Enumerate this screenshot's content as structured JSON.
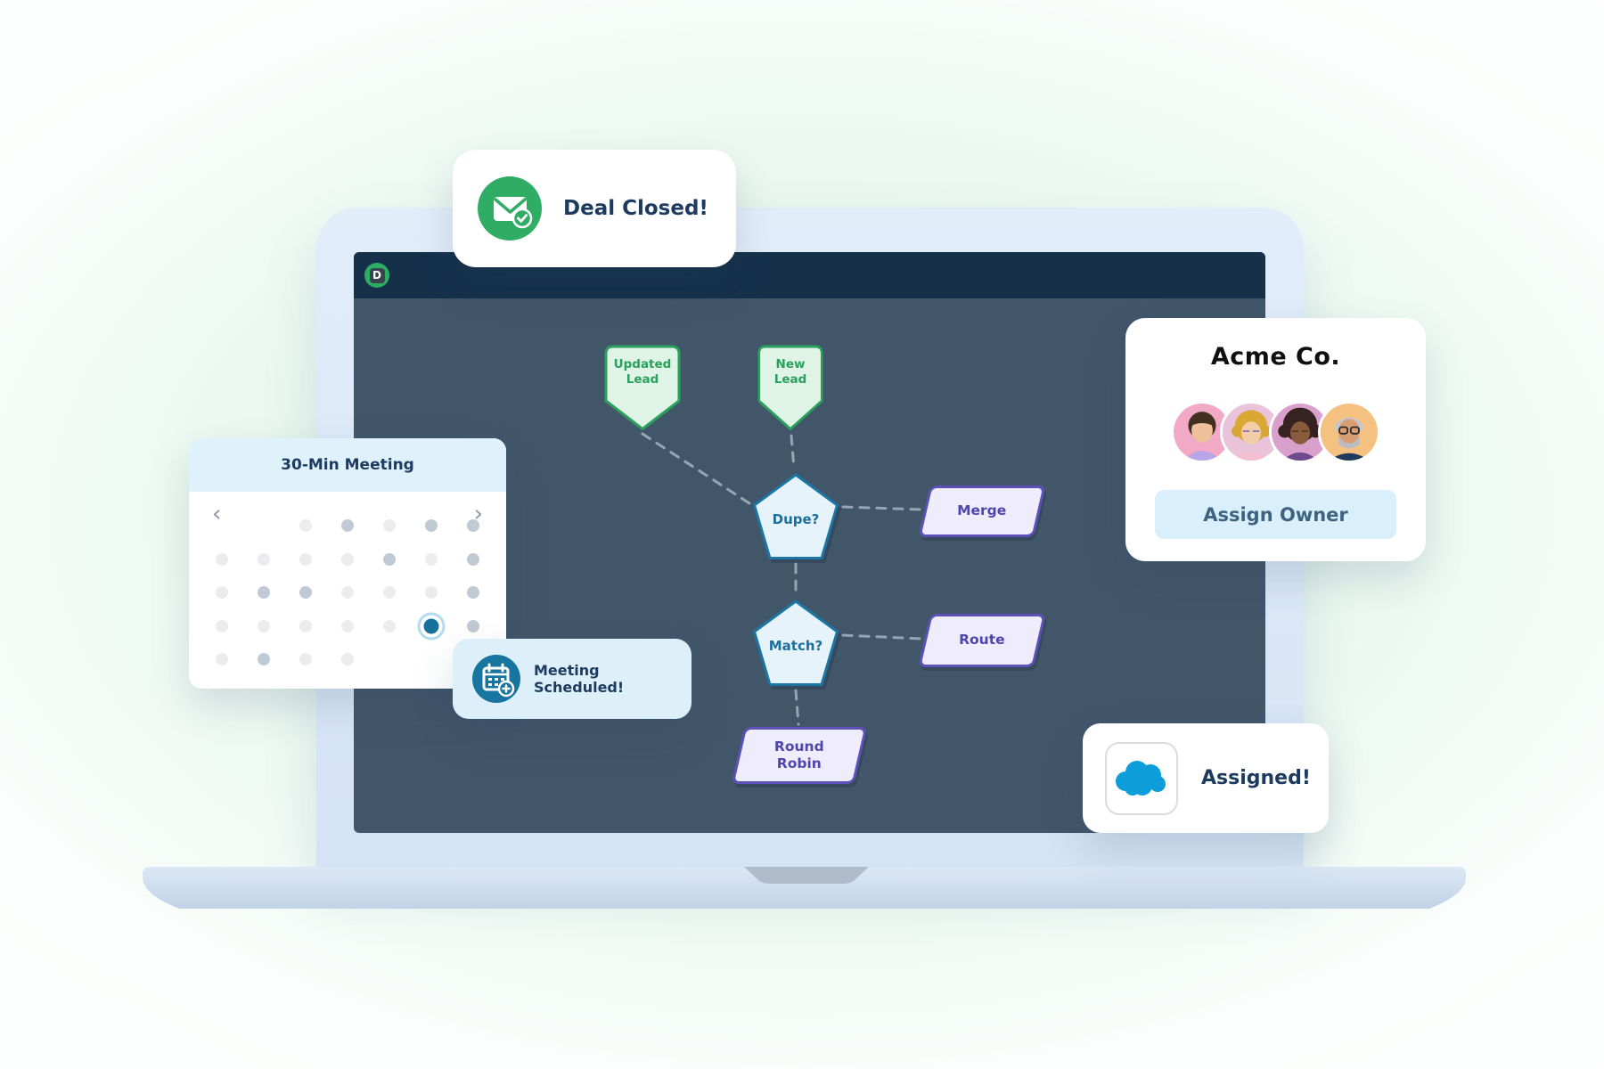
{
  "brand": {
    "logo_letter": "D",
    "logo_color": "#2BAD62"
  },
  "flowchart": {
    "colors": {
      "screen_bg": "#42566A",
      "topbar_bg": "#16304A",
      "pennant_fill": "#DFF4E6",
      "pennant_stroke": "#2AA05C",
      "pentagon_fill": "#E7F3FA",
      "pentagon_stroke": "#1B76A4",
      "parallelogram_fill": "#EFEDFC",
      "parallelogram_stroke": "#5B51B8",
      "connector_dash": "#93A6B2"
    },
    "nodes": {
      "updated_lead": {
        "label": "Updated\nLead",
        "type": "pennant"
      },
      "new_lead": {
        "label": "New\nLead",
        "type": "pennant"
      },
      "dupe": {
        "label": "Dupe?",
        "type": "pentagon"
      },
      "merge": {
        "label": "Merge",
        "type": "parallelogram"
      },
      "match": {
        "label": "Match?",
        "type": "pentagon"
      },
      "route": {
        "label": "Route",
        "type": "parallelogram"
      },
      "round_robin": {
        "label": "Round\nRobin",
        "type": "parallelogram"
      }
    }
  },
  "cards": {
    "deal_closed": {
      "label": "Deal Closed!",
      "icon": "envelope-check-icon",
      "accent": "#2FAD64"
    },
    "meeting": {
      "title": "30-Min Meeting",
      "prev": "‹",
      "next": "›",
      "dot_colors": {
        "light": "#ECECEE",
        "medium": "#BFCAD4",
        "selected": "#15719B"
      },
      "dots": [
        [
          "none",
          "none",
          "light",
          "med",
          "light",
          "med",
          "med"
        ],
        [
          "light",
          "light",
          "light",
          "light",
          "med",
          "light",
          "med"
        ],
        [
          "light",
          "med",
          "med",
          "light",
          "light",
          "light",
          "med"
        ],
        [
          "light",
          "light",
          "light",
          "light",
          "light",
          "sel",
          "med"
        ],
        [
          "light",
          "med",
          "light",
          "light",
          "none",
          "none",
          "none"
        ]
      ]
    },
    "scheduled": {
      "label": "Meeting Scheduled!",
      "icon": "calendar-add-icon",
      "accent": "#18759F"
    },
    "acme": {
      "title": "Acme Co.",
      "button": "Assign Owner",
      "avatars": [
        "team-member-1",
        "team-member-2",
        "team-member-3",
        "team-member-4"
      ]
    },
    "assigned": {
      "label": "Assigned!",
      "icon": "salesforce-cloud-icon",
      "accent": "#0D9DDB"
    }
  }
}
